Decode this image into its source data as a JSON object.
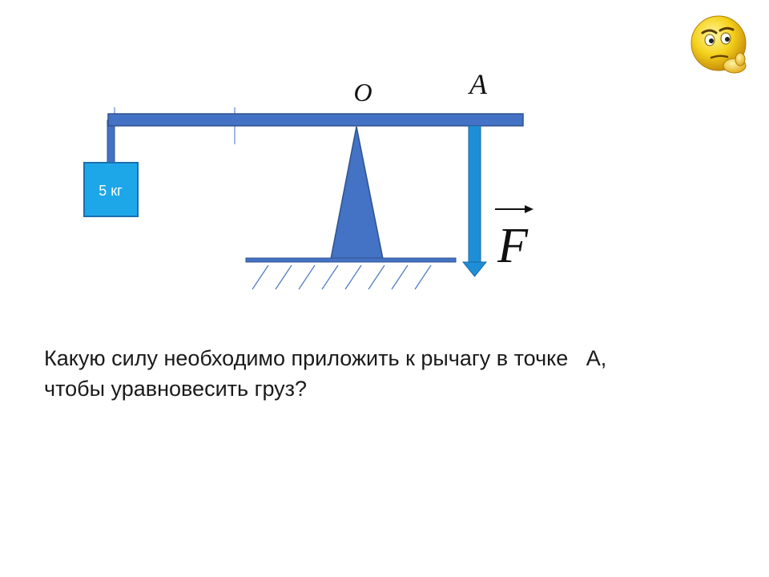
{
  "diagram": {
    "weight_label": "5 кг",
    "pivot_label": "O",
    "point_label": "A",
    "force_label": "F",
    "icon": "thinking-smiley-icon"
  },
  "question": {
    "line1": "Какую силу необходимо приложить к рычагу в точке   А,",
    "line2": "чтобы уравновесить груз?"
  },
  "colors": {
    "lever_fill": "#4472c4",
    "lever_stroke": "#2f528f",
    "weight_fill": "#1ea7e8",
    "force_arrow": "#1e8fd6",
    "support": "#4a78c0"
  }
}
